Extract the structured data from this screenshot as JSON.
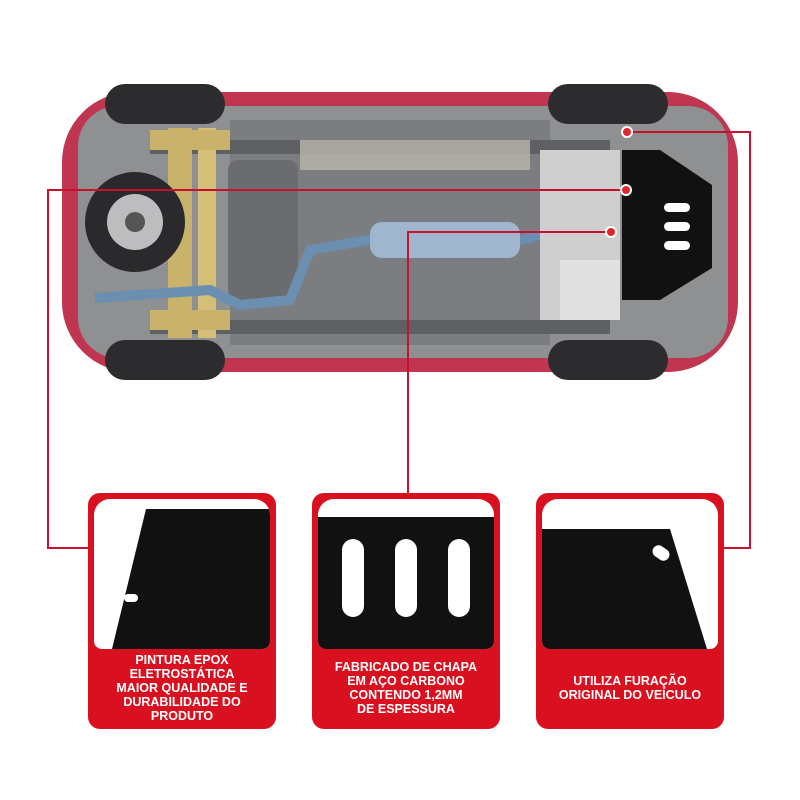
{
  "colors": {
    "accent": "#d8101f",
    "car_body": "#c03650",
    "plate": "#111111",
    "leader_line": "#c8102e"
  },
  "cards": [
    {
      "caption": "PINTURA EPOX\nELETROSTÁTICA\nMAIOR QUALIDADE E\nDURABILIDADE DO PRODUTO"
    },
    {
      "caption": "FABRICADO DE CHAPA\nEM AÇO CARBONO\nCONTENDO 1,2MM\nDE ESPESSURA"
    },
    {
      "caption": "UTILIZA FURAÇÃO\nORIGINAL DO VEÍCULO"
    }
  ]
}
